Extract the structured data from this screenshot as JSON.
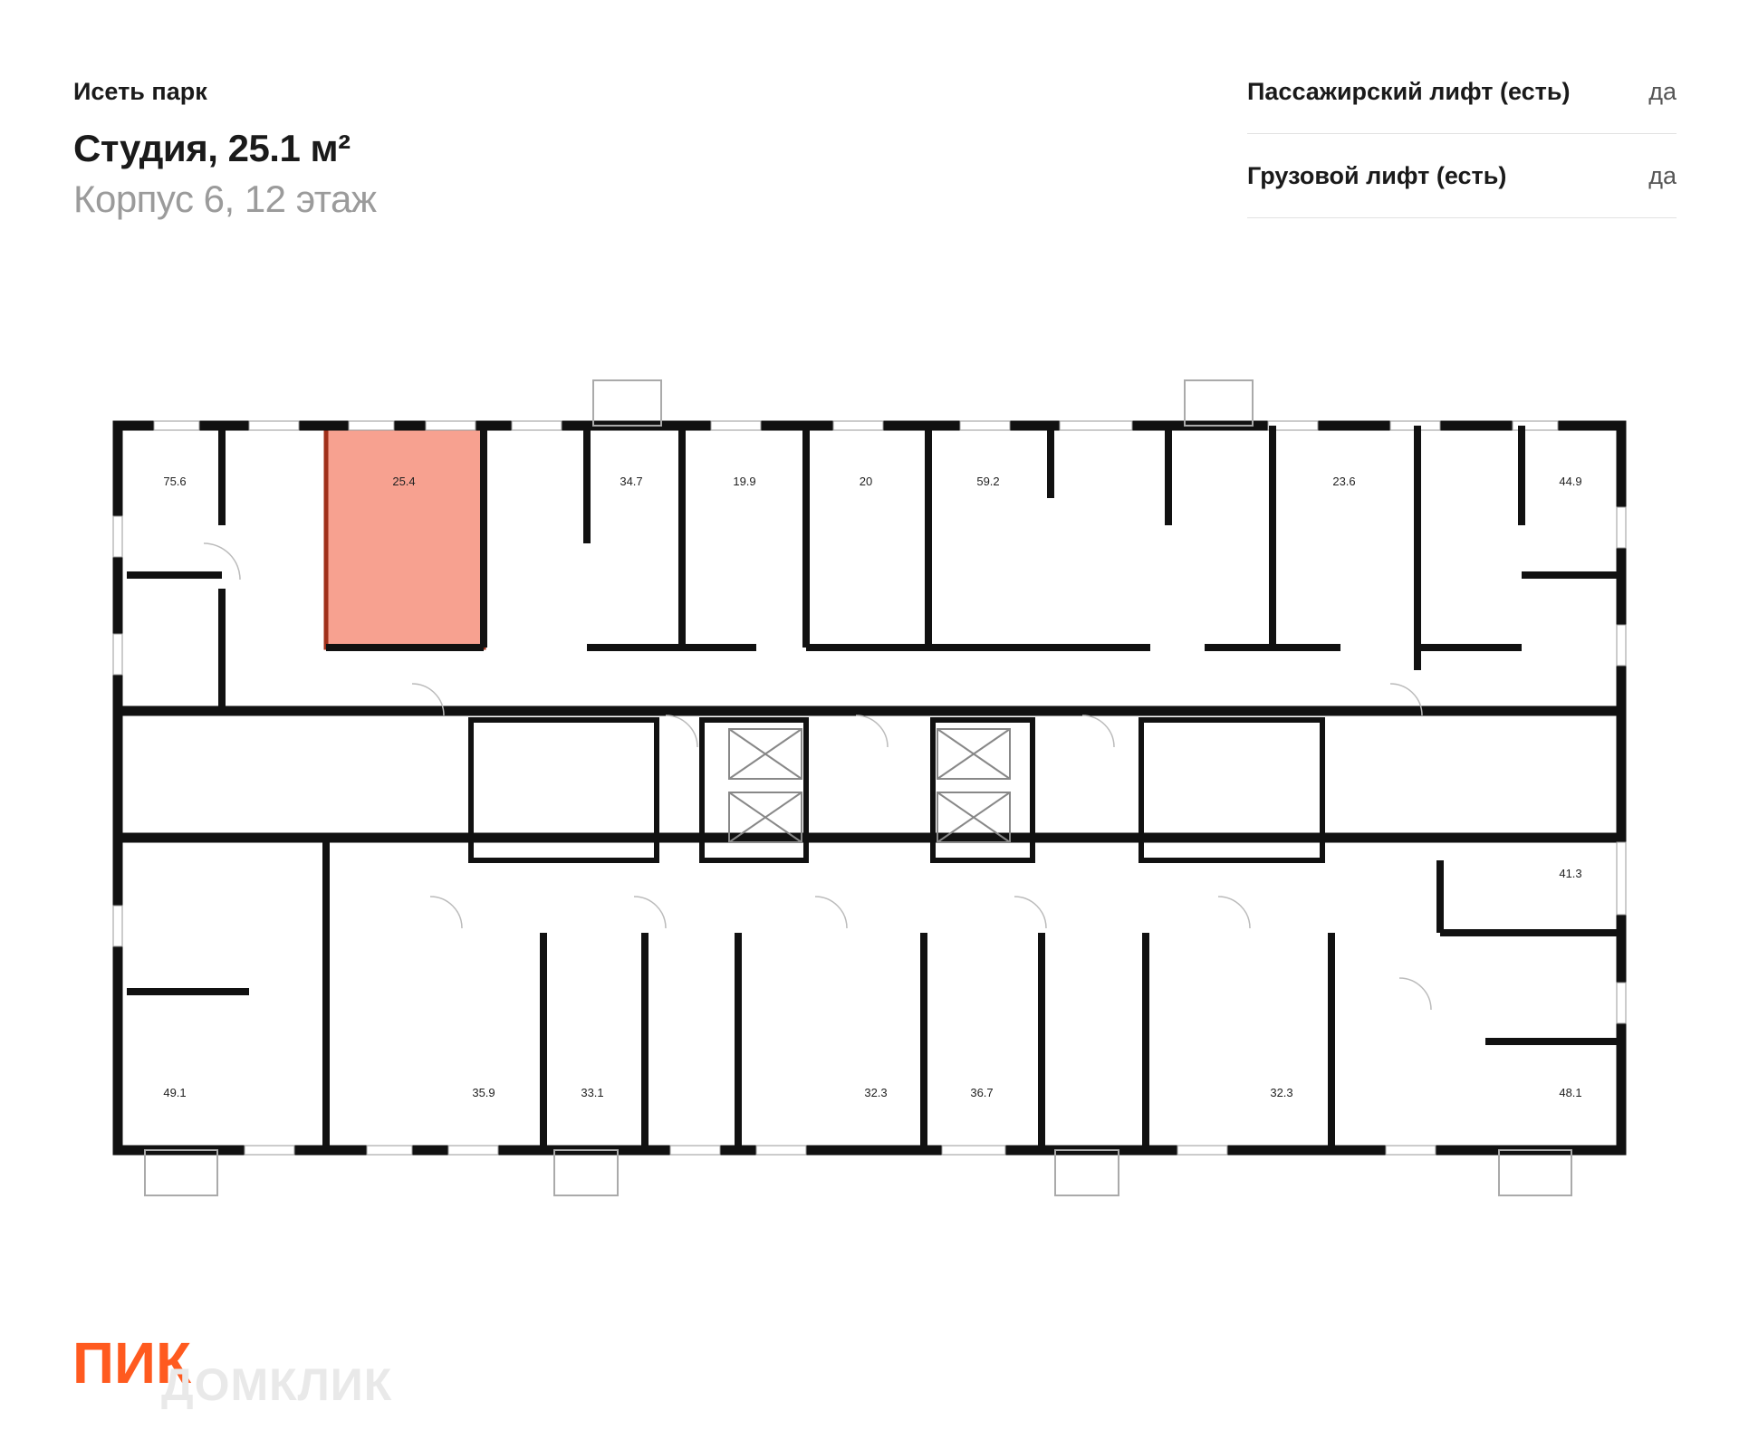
{
  "header": {
    "project": "Исеть парк",
    "title": "Студия, 25.1 м²",
    "subtitle": "Корпус 6, 12 этаж"
  },
  "features": [
    {
      "name": "Пассажирский лифт (есть)",
      "value": "да"
    },
    {
      "name": "Грузовой лифт (есть)",
      "value": "да"
    }
  ],
  "colors": {
    "highlight_fill": "#f7a190",
    "highlight_border": "#a0301a",
    "wall": "#111111",
    "logo": "#ff5a1f"
  },
  "units": {
    "u1": "75.6",
    "u2": "25.4",
    "u3": "34.7",
    "u4": "19.9",
    "u5": "20",
    "u6": "59.2",
    "u7": "23.6",
    "u8": "44.9",
    "u9": "41.3",
    "u10": "49.1",
    "u11": "35.9",
    "u12": "33.1",
    "u13": "32.3",
    "u14": "36.7",
    "u15": "32.3",
    "u16": "48.1"
  },
  "logo": {
    "text": "ПИК"
  },
  "watermark": {
    "text": "ДОМКЛИК"
  }
}
